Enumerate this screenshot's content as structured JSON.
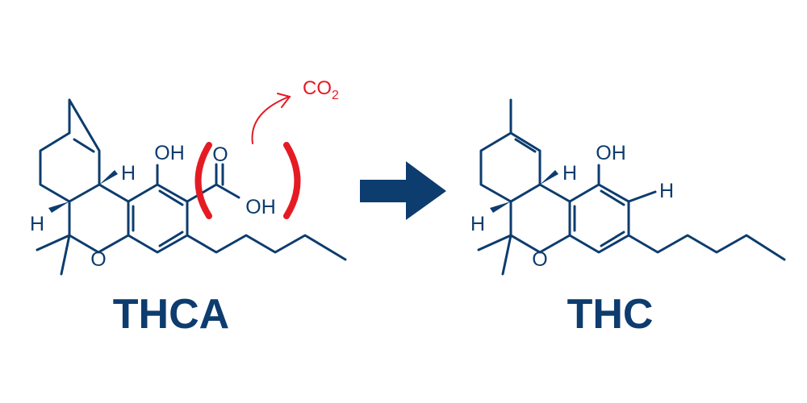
{
  "colors": {
    "structure": "#0d3c6e",
    "highlight": "#e51b24",
    "arrow": "#0d3c6e"
  },
  "thca": {
    "caption": "THCA",
    "atoms": {
      "oh": "OH",
      "h_top": "H",
      "h_left": "H",
      "ring_o": "O",
      "carbonyl_o": "O",
      "acid_oh": "OH"
    },
    "released_gas": {
      "main": "CO",
      "subscript": "2"
    }
  },
  "thc": {
    "caption": "THC",
    "atoms": {
      "oh": "OH",
      "h_top": "H",
      "h_left": "H",
      "ring_o": "O",
      "h_aromatic": "H"
    }
  },
  "reaction_arrow": {
    "icon": "right-arrow-icon",
    "direction": "right"
  }
}
